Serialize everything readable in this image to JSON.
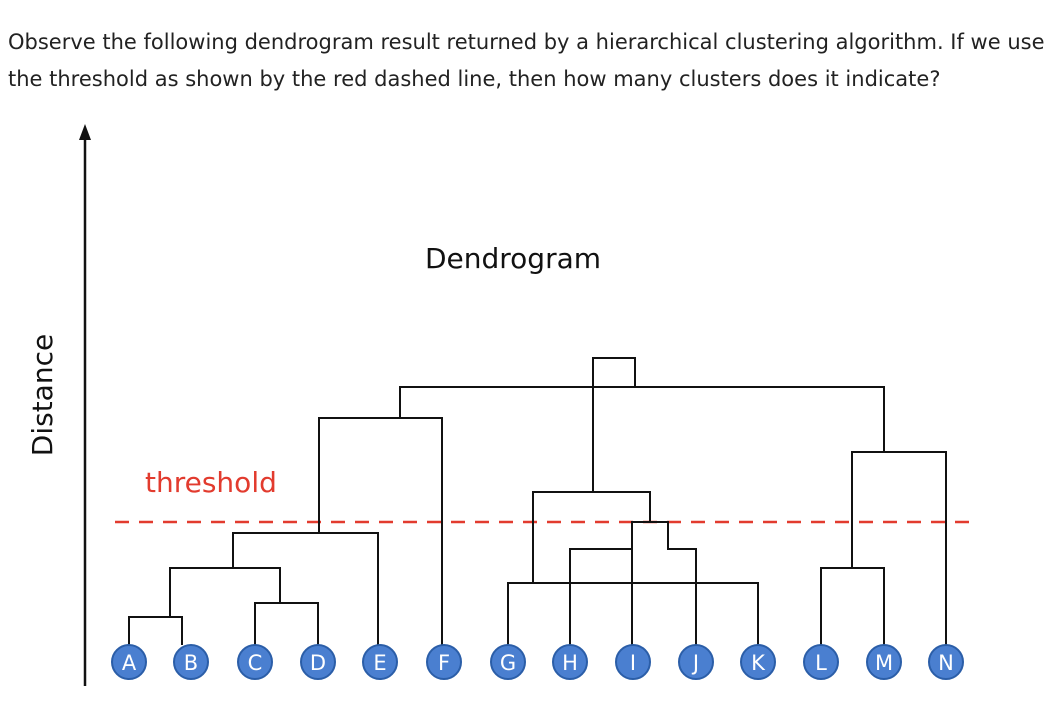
{
  "question": "Observe the following dendrogram result returned by a hierarchical clustering algorithm. If we use the threshold as shown by the red dashed line, then how many clusters does it indicate?",
  "diagram": {
    "title": "Dendrogram",
    "axis_label": "Distance",
    "threshold_label": "threshold",
    "leaves": [
      "A",
      "B",
      "C",
      "D",
      "E",
      "F",
      "G",
      "H",
      "I",
      "J",
      "K",
      "L",
      "M",
      "N"
    ],
    "colors": {
      "node_fill": "#4a7fd0",
      "threshold": "#e23b2e",
      "lines": "#111111"
    }
  }
}
